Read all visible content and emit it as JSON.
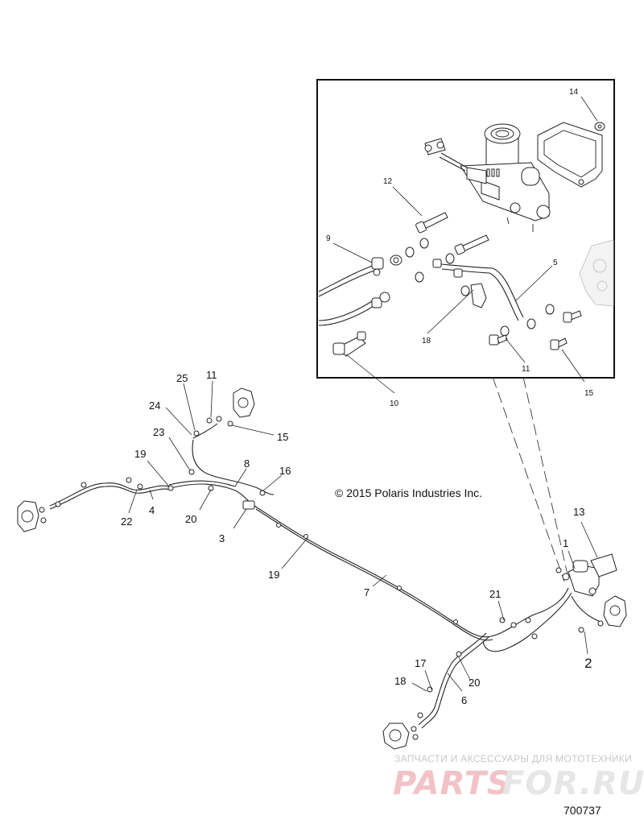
{
  "copyright": "© 2015 Polaris Industries Inc.",
  "figure_number": "700737",
  "watermark": {
    "tagline": "ЗАПЧАСТИ И АКСЕССУАРЫ ДЛЯ МОТОТЕХНИКИ",
    "brand_left": "PARTS",
    "brand_right": "FOR.RU"
  },
  "inset_callouts": [
    "14",
    "12",
    "9",
    "5",
    "18",
    "11",
    "15",
    "10"
  ],
  "main_callouts": [
    "25",
    "11",
    "24",
    "15",
    "23",
    "8",
    "16",
    "19",
    "22",
    "4",
    "20",
    "3",
    "19",
    "7",
    "13",
    "1",
    "21",
    "2",
    "17",
    "18",
    "20",
    "6"
  ]
}
